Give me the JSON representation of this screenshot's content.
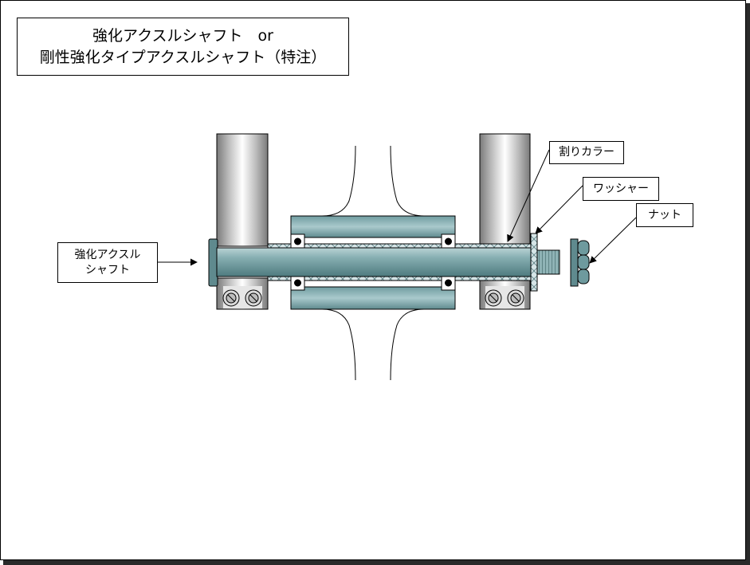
{
  "title": {
    "line1": "強化アクスルシャフト　or",
    "line2": "剛性強化タイプアクスルシャフト（特注）"
  },
  "labels": {
    "axle_shaft_line1": "強化アクスル",
    "axle_shaft_line2": "シャフト",
    "split_collar": "割りカラー",
    "washer": "ワッシャー",
    "nut": "ナット"
  },
  "colors": {
    "frame": "#9a9a9a",
    "hub": "#6e9a9e",
    "shaft": "#6e9a9e",
    "collar": "#cfe0e2",
    "outline": "#000000"
  }
}
